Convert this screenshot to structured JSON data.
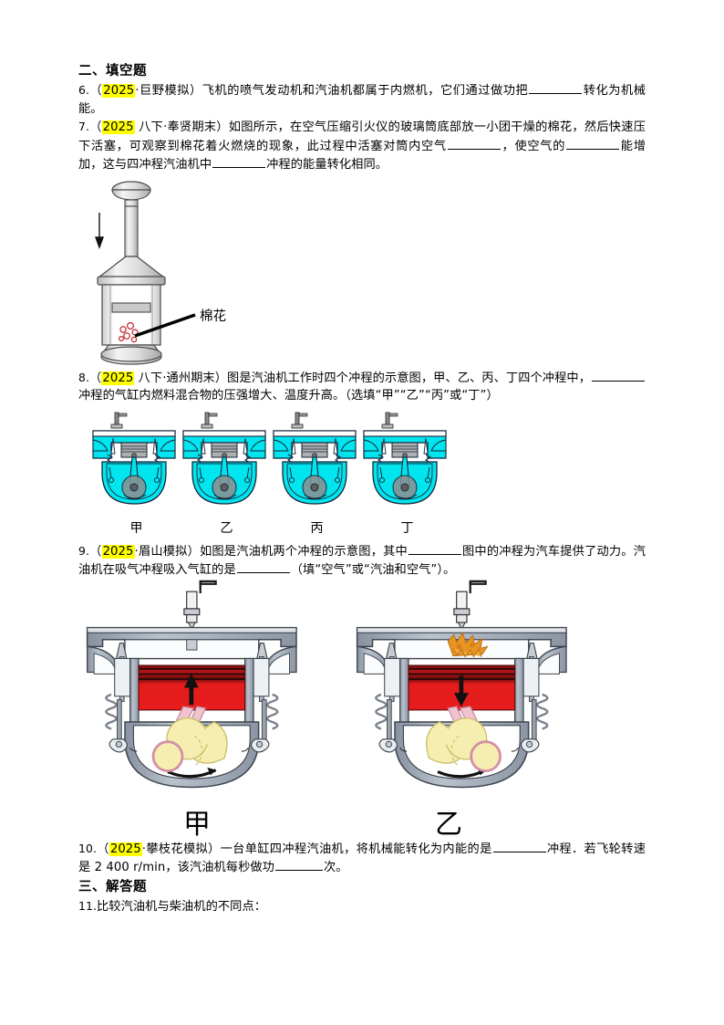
{
  "document": {
    "language": "zh-CN",
    "subject": "physics-worksheet",
    "page_bg": "#ffffff",
    "highlight_color": "#ffff00"
  },
  "sections": {
    "fill_in_blank_heading": "二、填空题",
    "answer_heading": "三、解答题"
  },
  "questions": [
    {
      "number": "6.",
      "tag_year": "2025",
      "source": "·巨野模拟",
      "open_paren": "（",
      "close_paren": "）",
      "text_a": "飞机的喷气发动机和汽油机都属于内燃机，它们通过做功把",
      "text_b": "转化为机械能。"
    },
    {
      "number": "7.",
      "tag_year": "2025",
      "source": " 八下·奉贤期末",
      "open_paren": "（",
      "close_paren": "）",
      "text_a": "如图所示，在空气压缩引火仪的玻璃筒底部放一小团干燥的棉花，然后快速压下活塞，可观察到棉花着火燃烧的现象，此过程中活塞对筒内空气",
      "text_b": "，使空气的",
      "text_c": "能增加，这与四冲程汽油机中",
      "text_d": "冲程的能量转化相同。"
    },
    {
      "number": "8.",
      "tag_year": "2025",
      "source": " 八下·通州期末",
      "open_paren": "（",
      "close_paren": "）",
      "text_a": "图是汽油机工作时四个冲程的示意图，甲、乙、丙、丁四个冲程中，",
      "text_b": "冲程的气缸内燃料混合物的压强增大、温度升高。（选填“甲”“乙”“丙”或“丁”）"
    },
    {
      "number": "9.",
      "tag_year": "2025",
      "source": "·眉山模拟",
      "open_paren": "（",
      "close_paren": "）",
      "text_a": "如图是汽油机两个冲程的示意图，其中",
      "text_b": "图中的冲程为汽车提供了动力。汽油机在吸气冲程吸入气缸的是",
      "text_c": "（填“空气”或“汽油和空气”）。"
    },
    {
      "number": "10.",
      "tag_year": "2025",
      "source": "·攀枝花模拟",
      "open_paren": "（",
      "close_paren": "）",
      "text_a": "一台单缸四冲程汽油机，将机械能转化为内能的是",
      "text_b": "冲程．若飞轮转速是 2 400 r/min，该汽油机每秒做功",
      "text_c": "次。"
    },
    {
      "number": "11.",
      "text_a": "比较汽油机与柴油机的不同点："
    }
  ],
  "figures": {
    "fig7": {
      "name": "air-compression-igniter",
      "cotton_label": "棉花",
      "arrow_direction": "down",
      "colors": {
        "body": "#e8e8e8",
        "outline": "#3a3a3a",
        "cotton": "#cc2222"
      }
    },
    "fig8": {
      "name": "four-stroke-engine-strokes",
      "captions": [
        "甲",
        "乙",
        "丙",
        "丁"
      ],
      "colors": {
        "fluid": "#00e5ee",
        "outline": "#1a1a2e",
        "piston": "#9a9a9a"
      }
    },
    "fig9": {
      "name": "gasoline-engine-two-strokes",
      "captions": [
        "甲",
        "乙"
      ],
      "colors": {
        "body": "#9aa5b1",
        "cylinder": "#e81c1c",
        "cylinder_dark": "#8f1111",
        "crank": "#f3eaa8",
        "rod": "#eab6c4",
        "flame": "#e08a20"
      },
      "arrows": [
        "up",
        "down"
      ]
    }
  }
}
